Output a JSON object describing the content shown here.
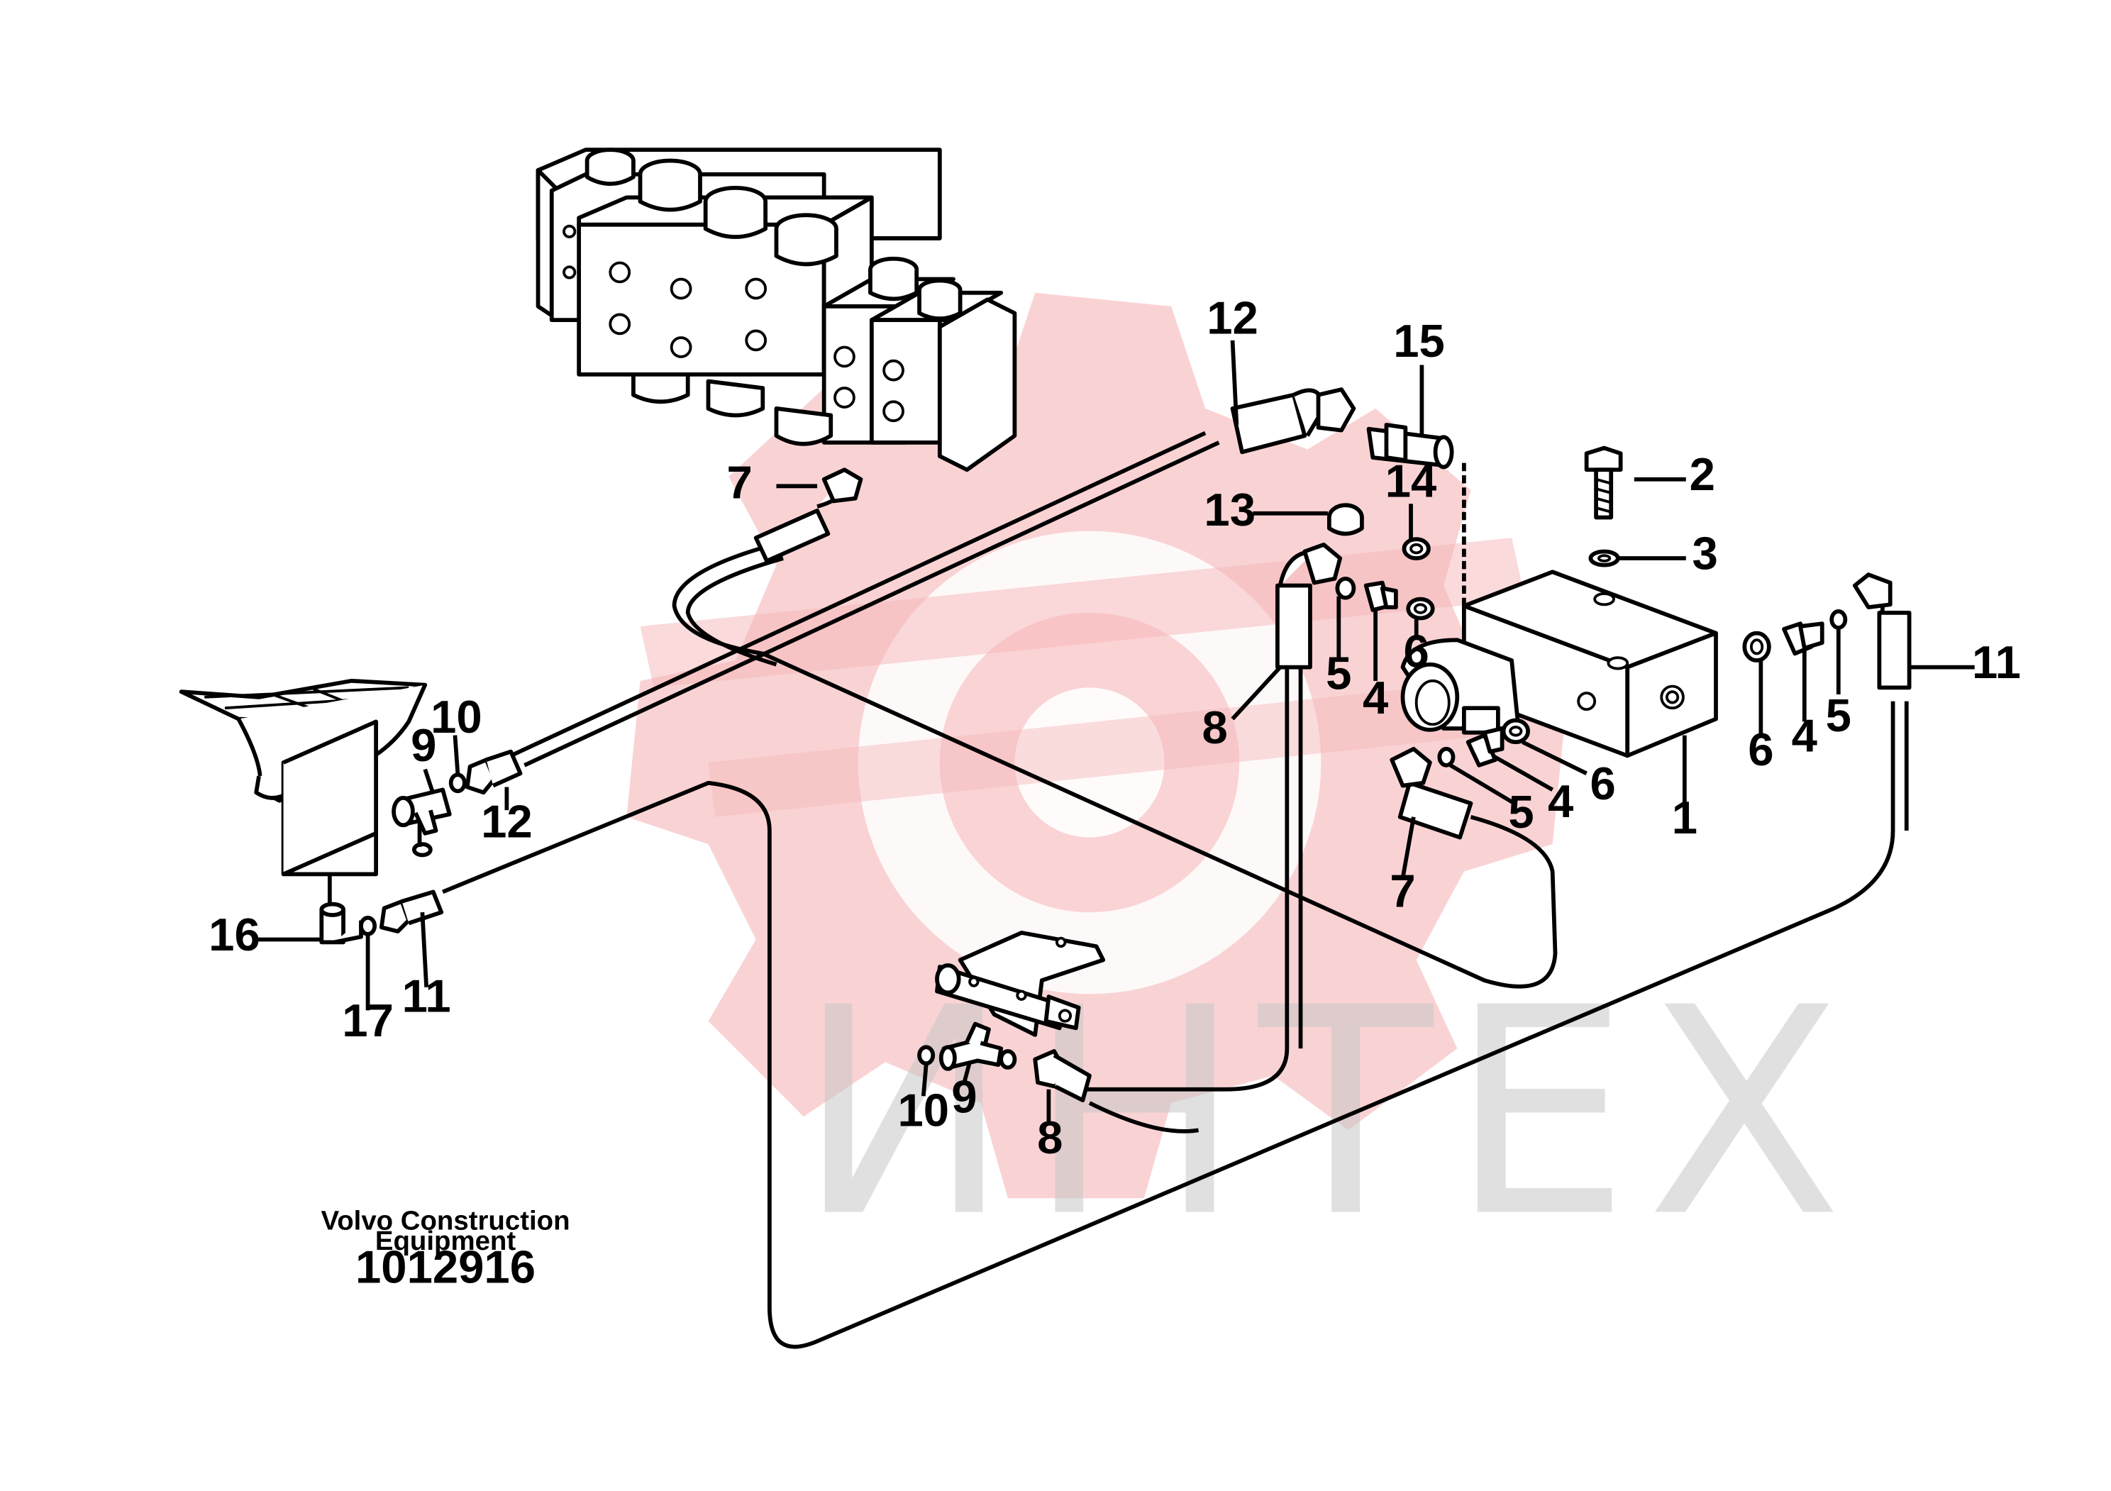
{
  "watermark": {
    "text": "ИНТЕХ",
    "logo_color": "#f5b5b8",
    "text_color": "#c8c8c8",
    "logo_icon": "gear-wrench-icon"
  },
  "caption": {
    "maker_line1": "Volvo Construction",
    "maker_line2": "Equipment",
    "number": "1012916"
  },
  "callouts": {
    "c1": "1",
    "c2": "2",
    "c3": "3",
    "c4a": "4",
    "c4b": "4",
    "c4c": "4",
    "c5a": "5",
    "c5b": "5",
    "c5c": "5",
    "c6a": "6",
    "c6b": "6",
    "c6c": "6",
    "c7a": "7",
    "c7b": "7",
    "c8a": "8",
    "c8b": "8",
    "c9a": "9",
    "c9b": "9",
    "c10a": "10",
    "c10b": "10",
    "c11a": "11",
    "c11b": "11",
    "c12a": "12",
    "c12b": "12",
    "c13": "13",
    "c14": "14",
    "c15": "15",
    "c16": "16",
    "c17": "17"
  }
}
